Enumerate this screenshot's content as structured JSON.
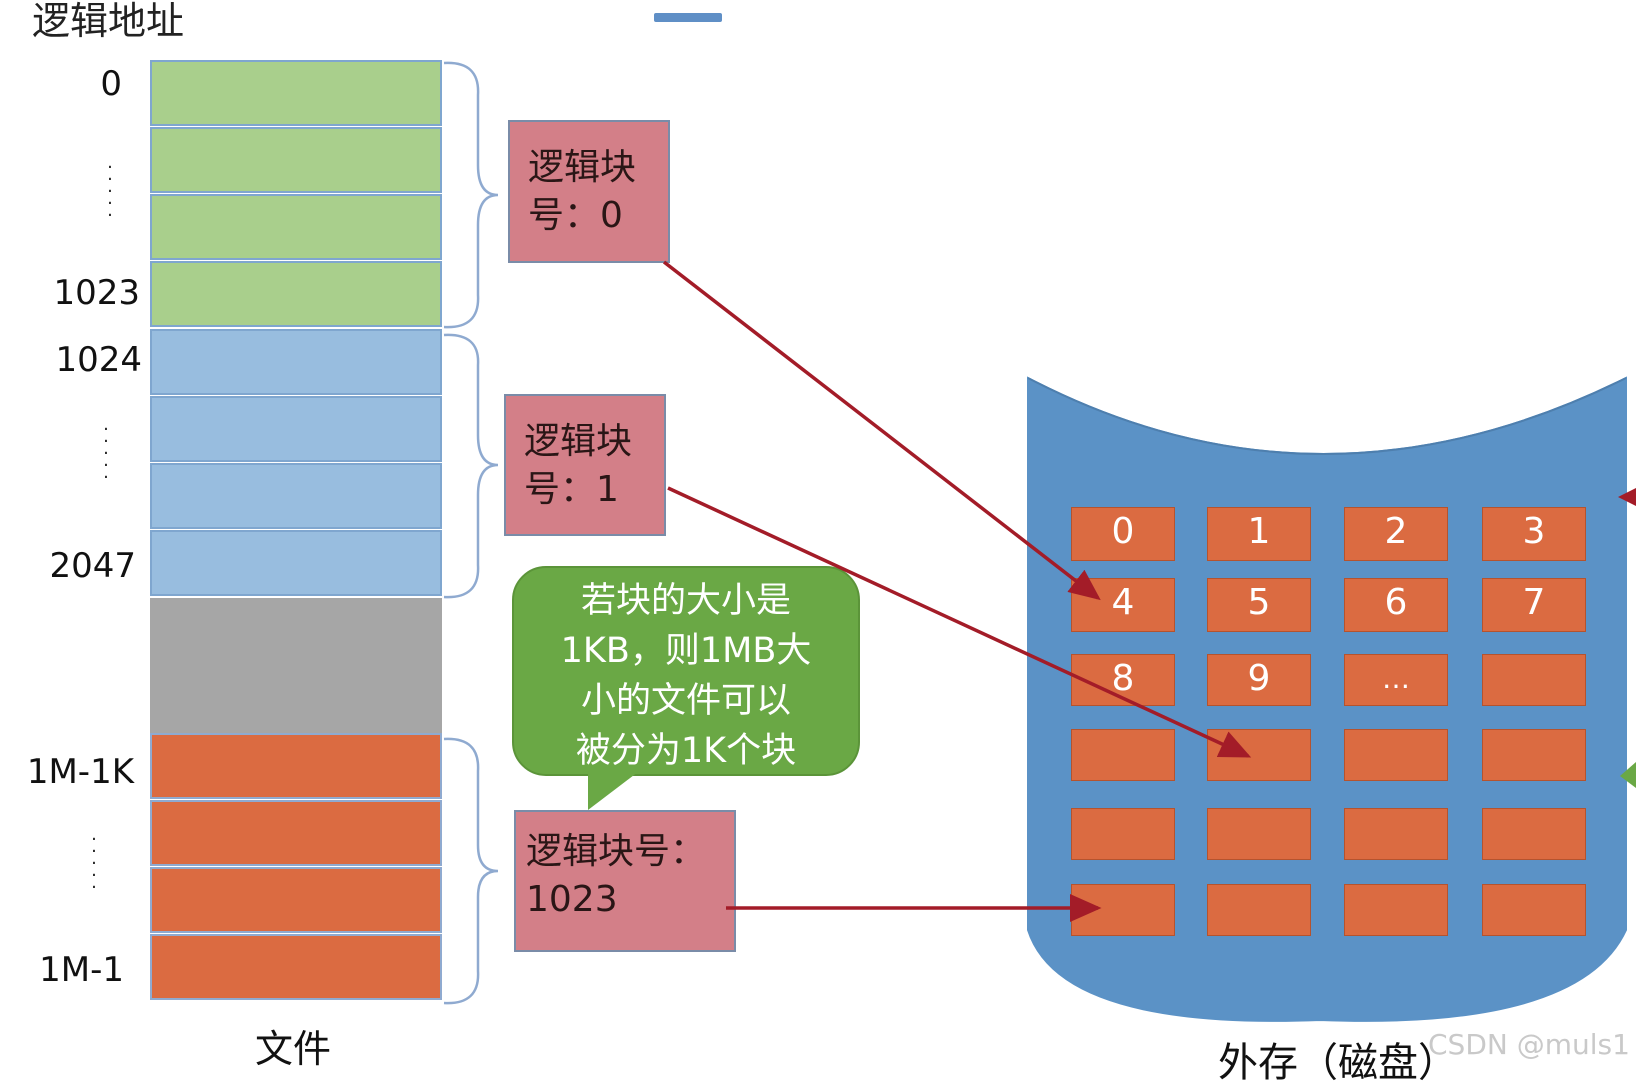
{
  "title": "逻辑地址",
  "addresses": {
    "a0": "0",
    "a1023": "1023",
    "a1024": "1024",
    "a2047": "2047",
    "a1m1k": "1M-1K",
    "a1m1": "1M-1"
  },
  "file_label": "文件",
  "logical_blocks": {
    "b0": {
      "line1": "逻辑块",
      "line2": "号：0"
    },
    "b1": {
      "line1": "逻辑块",
      "line2": "号：1"
    },
    "b1023": {
      "line1": "逻辑块号：",
      "line2": "1023"
    }
  },
  "note_bubble": {
    "lines": [
      "若块的大小是",
      "1KB，则1MB大",
      "小的文件可以",
      "被分为1K个块"
    ]
  },
  "disk": {
    "label": "外存（磁盘）",
    "block_numbers": [
      "0",
      "1",
      "2",
      "3",
      "4",
      "5",
      "6",
      "7",
      "8",
      "9",
      "…"
    ]
  },
  "watermark": "CSDN @muls1",
  "colors": {
    "green": "#a9cf8c",
    "blue": "#98bddf",
    "gray": "#a6a6a6",
    "orange": "#db6b41",
    "logical_block": "#d37f88",
    "bubble": "#6aa845",
    "disk": "#5b92c6",
    "arrow": "#a31c28"
  }
}
